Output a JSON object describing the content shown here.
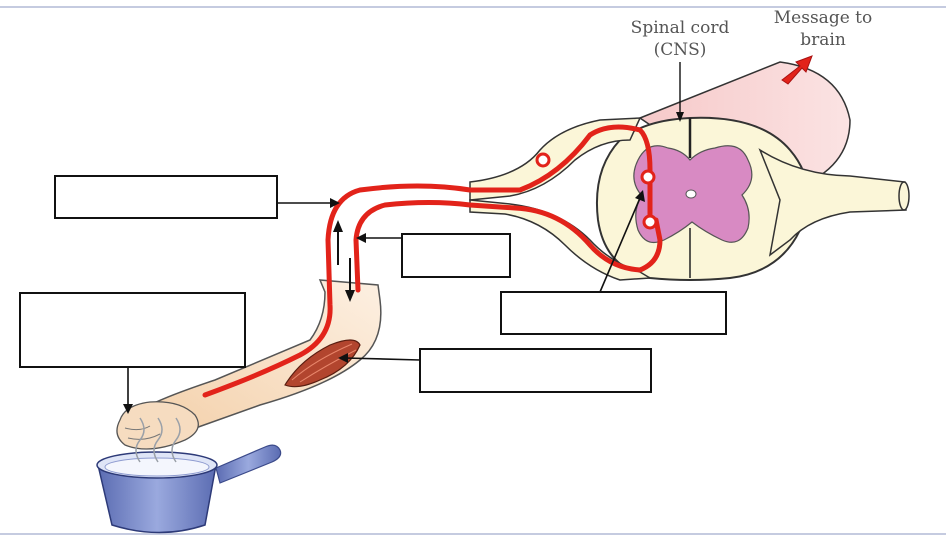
{
  "labels": {
    "spinal_cord": "Spinal cord",
    "cns": "(CNS)",
    "message_line1": "Message to",
    "message_line2": "brain"
  },
  "blank_boxes": [
    "",
    "",
    "",
    "",
    ""
  ],
  "colors": {
    "nerve": "#e2231a",
    "grey_matter": "#d88ac3",
    "white_matter": "#fbf6d8",
    "arm_skin": "#f6dcc0",
    "pan": "#7e8fcf",
    "arrow": "#e2231a"
  },
  "icons": [
    "pan-icon",
    "steam-icon",
    "hand-icon",
    "muscle-icon",
    "arrow-icon"
  ]
}
